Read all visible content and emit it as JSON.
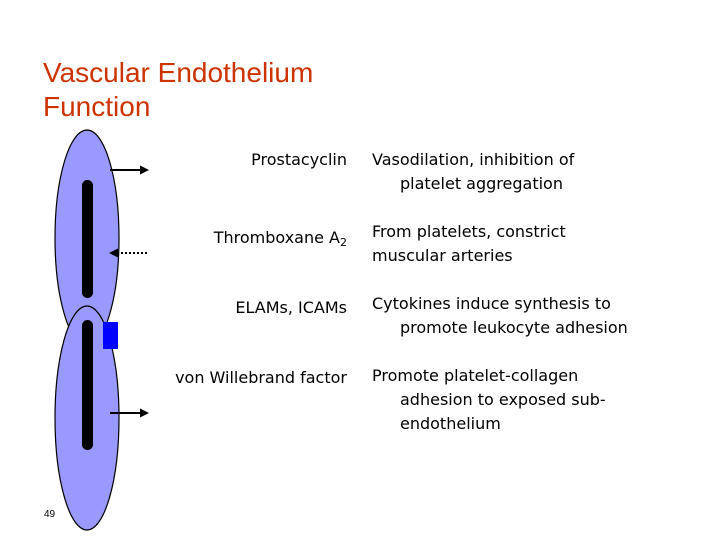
{
  "slide": {
    "title_lines": [
      "Vascular Endothelium",
      "Function"
    ],
    "page_number": "49"
  },
  "colors": {
    "title": "#cc3300",
    "cell_fill": "#9999ff",
    "nucleus": "#000000",
    "square": "#0000ff"
  },
  "rows": [
    {
      "factor": "Prostacyclin",
      "desc_lines": [
        "Vasodilation, inhibition of",
        "platelet aggregation"
      ]
    },
    {
      "factor": "Thromboxane A",
      "factor_sub": "2",
      "desc_lines": [
        "From platelets, constrict",
        "muscular arteries"
      ]
    },
    {
      "factor": "ELAMs, ICAMs",
      "desc_lines": [
        "Cytokines induce synthesis to",
        "promote leukocyte adhesion"
      ]
    },
    {
      "factor": "von Willebrand factor",
      "desc_lines": [
        "Promote platelet-collagen",
        "adhesion to exposed sub-",
        "endothelium"
      ]
    }
  ]
}
